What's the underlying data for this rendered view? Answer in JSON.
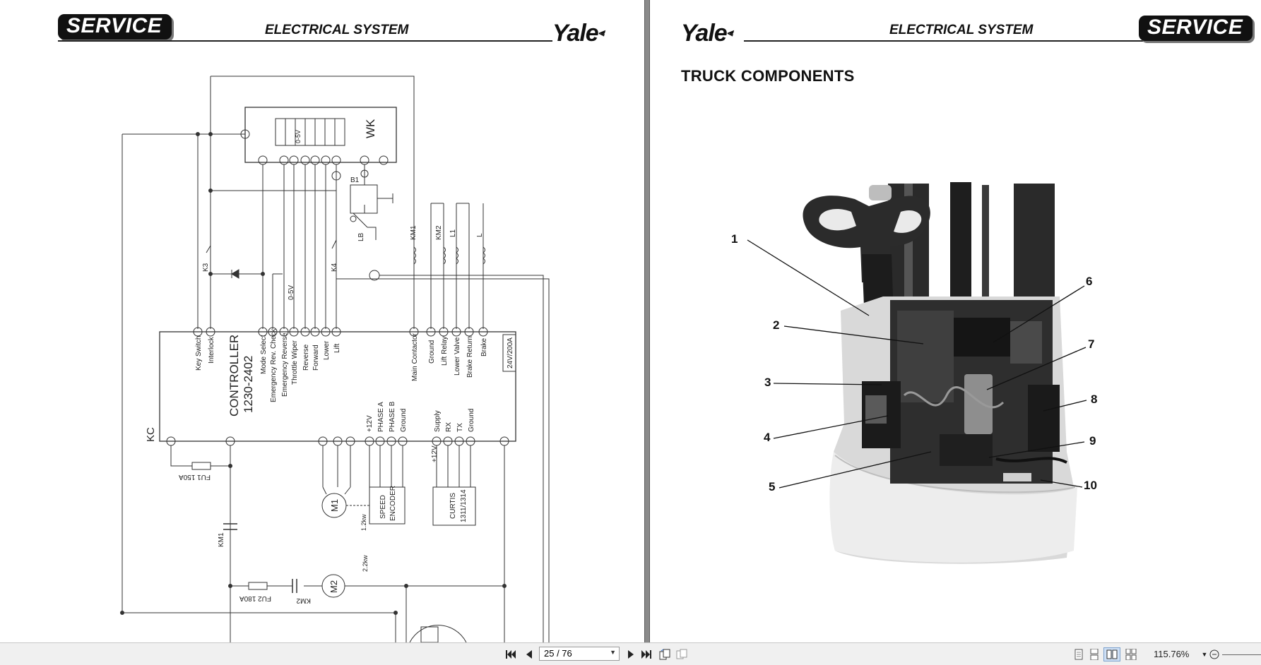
{
  "left_page": {
    "badge": "SERVICE",
    "title": "ELECTRICAL SYSTEM",
    "logo": "Yale",
    "schematic": {
      "wk_label": "WK",
      "wk_voltage": "0-5V",
      "b1": "B1",
      "lb": "LB",
      "k3": "K3",
      "k4": "K4",
      "throttle_v": "0-5V",
      "coil_labels": [
        "KM1",
        "KM2",
        "L1",
        "L"
      ],
      "controller_label": "CONTROLLER",
      "controller_model": "1230-2402",
      "kc": "KC",
      "voltage_box": "24V/200A",
      "pin_labels": [
        "Key Switch",
        "Interlock",
        "Mode Select",
        "Emergency Rev. Check",
        "Emergency Reverse",
        "Throttle Wiper",
        "Reverse",
        "Forward",
        "Lower",
        "Lift",
        "Main Contactor",
        "Ground",
        "Lift Relay",
        "Lower Valve",
        "Brake Return",
        "Brake"
      ],
      "encoder_pins": [
        "+12V",
        "PHASE A",
        "PHASE B",
        "Ground"
      ],
      "curtis_pins": [
        "Supply",
        "RX",
        "TX",
        "Ground"
      ],
      "plus12v": "+12V",
      "fu1": "FU1 150A",
      "fu2": "FU2 180A",
      "km1": "KM1",
      "km2": "KM2",
      "m1": "M1",
      "m1_power": "1.2kw",
      "m2": "M2",
      "m2_power": "2.2kw",
      "speed_encoder": [
        "SPEED",
        "ENCODER"
      ],
      "curtis": [
        "CURTIS",
        "1311/1314"
      ]
    }
  },
  "right_page": {
    "logo": "Yale",
    "title": "ELECTRICAL SYSTEM",
    "badge": "SERVICE",
    "section_title": "TRUCK COMPONENTS",
    "callouts": [
      "1",
      "2",
      "3",
      "4",
      "5",
      "6",
      "7",
      "8",
      "9",
      "10"
    ]
  },
  "toolbar": {
    "page_value": "25 / 76",
    "zoom": "115.76%",
    "icons": [
      "first-page-icon",
      "prev-page-icon",
      "next-page-icon",
      "last-page-icon",
      "rotate-icon",
      "pages-icon",
      "single-page-icon",
      "continuous-icon",
      "two-page-icon",
      "two-page-continuous-icon",
      "zoom-out-icon"
    ]
  }
}
